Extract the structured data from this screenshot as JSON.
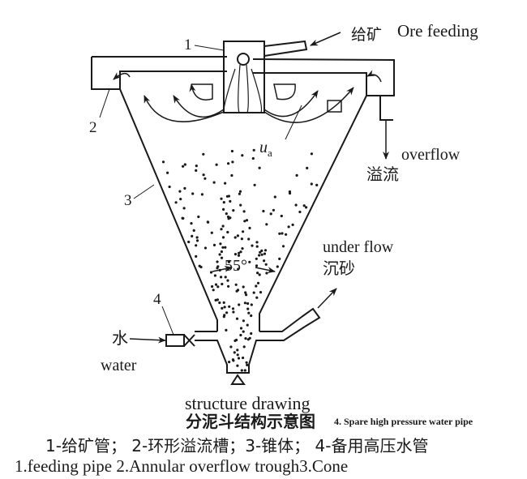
{
  "labels": {
    "part1": "1",
    "part2": "2",
    "part3": "3",
    "part4": "4",
    "ore_feeding_cn": "给矿",
    "ore_feeding_en": "Ore feeding",
    "overflow_en": "overflow",
    "overflow_cn": "溢流",
    "underflow_en": "under flow",
    "underflow_cn": "沉砂",
    "water_cn": "水",
    "water_en": "water",
    "cone_angle": "55°",
    "velocity_symbol": "u",
    "velocity_subscript": "a"
  },
  "caption": {
    "title_en": "structure drawing",
    "title_cn": "分泥斗结构示意图",
    "spare_pipe_note": "4. Spare high pressure water pipe",
    "legend_cn": "1-给矿管； 2-环形溢流槽；3-锥体； 4-备用高压水管",
    "legend_en": "1.feeding pipe 2.Annular overflow trough3.Cone"
  },
  "colors": {
    "line": "#1a1a1a",
    "background": "#ffffff"
  }
}
